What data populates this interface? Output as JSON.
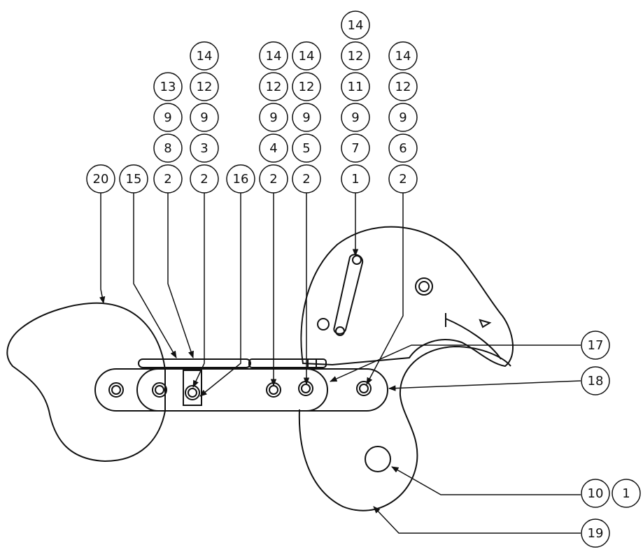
{
  "colors": {
    "ink": "#111111",
    "paper": "#ffffff"
  },
  "balloon_stacks": [
    {
      "id": "col-20",
      "items": [
        "20"
      ]
    },
    {
      "id": "col-15",
      "items": [
        "15"
      ]
    },
    {
      "id": "col-a",
      "items": [
        "13",
        "9",
        "8",
        "2"
      ]
    },
    {
      "id": "col-b",
      "items": [
        "14",
        "12",
        "9",
        "3",
        "2"
      ]
    },
    {
      "id": "col-16",
      "items": [
        "16"
      ]
    },
    {
      "id": "col-c",
      "items": [
        "14",
        "12",
        "9",
        "4",
        "2"
      ]
    },
    {
      "id": "col-d",
      "items": [
        "14",
        "12",
        "9",
        "5",
        "2"
      ]
    },
    {
      "id": "col-e",
      "items": [
        "14",
        "12",
        "11",
        "9",
        "7",
        "1"
      ]
    },
    {
      "id": "col-f",
      "items": [
        "14",
        "12",
        "9",
        "6",
        "2"
      ]
    }
  ],
  "side_balloons": [
    {
      "id": "callout-17",
      "items": [
        "17"
      ]
    },
    {
      "id": "callout-18",
      "items": [
        "18"
      ]
    },
    {
      "id": "callout-10-1",
      "items": [
        "10",
        "1"
      ]
    },
    {
      "id": "callout-19",
      "items": [
        "19"
      ]
    }
  ]
}
